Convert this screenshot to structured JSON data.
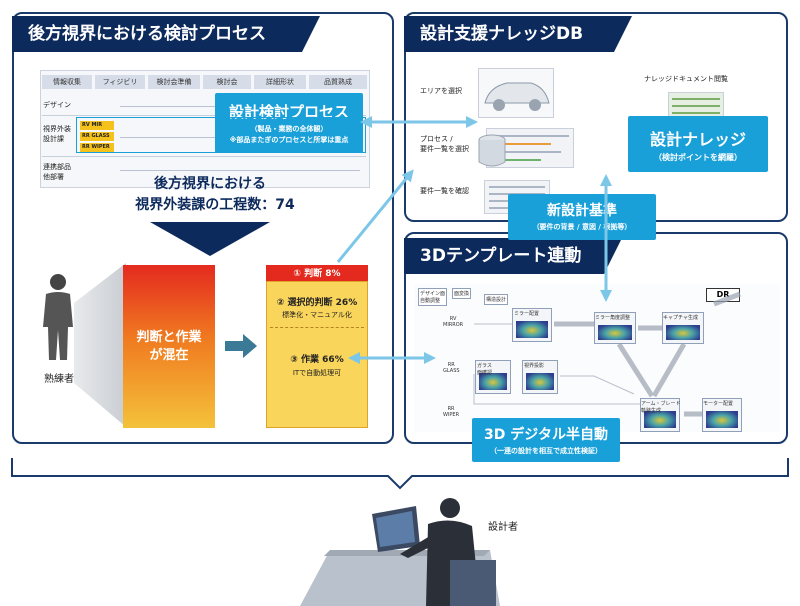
{
  "left_panel": {
    "title": "後方視界における検討プロセス",
    "process_steps": [
      "情報収集",
      "フィジビリ",
      "検討会準備",
      "検討会",
      "詳細形状",
      "品質熟成"
    ],
    "rows": [
      "デザイン",
      "視界外装\n設計課",
      "連携部品\n他部署"
    ],
    "chips": [
      "RV MIR",
      "RR GLASS",
      "RR WIPER"
    ],
    "process_box": {
      "title": "設計検討プロセス",
      "sub1": "（製品・業務の全体観）",
      "sub2": "※部品またぎのプロセスと所掌は重点"
    },
    "summary_line1": "後方視界における",
    "summary_line2": "視界外装課の工程数：74",
    "expert_label": "熟練者",
    "mixed_line1": "判断と作業",
    "mixed_line2": "が混在",
    "breakdown": {
      "judgement": "① 判断  8%",
      "selective_title": "② 選択的判断  26%",
      "selective_sub": "標準化・マニュアル化",
      "work_title": "③ 作業  66%",
      "work_sub": "ITで自動処理可"
    }
  },
  "db_panel": {
    "title": "設計支援ナレッジDB",
    "area_label": "エリアを選択",
    "process_label": "プロセス /\n要件一覧を選択",
    "confirm_label": "要件一覧を確認",
    "doc_label": "ナレッジドキュメント閲覧",
    "knowledge_box": {
      "title": "設計ナレッジ",
      "sub": "（検討ポイントを網羅）"
    }
  },
  "new_standard": {
    "title": "新設計基準",
    "sub": "（要件の背景 / 意図 / 根拠等）"
  },
  "template_panel": {
    "title": "3Dテンプレート連動",
    "semi_auto_box": {
      "title": "3D デジタル半自動",
      "sub": "（一連の設計を相互で成立性検証）"
    },
    "row_labels": [
      "RV\nMIRROR",
      "RR\nGLASS",
      "RR\nWIPER"
    ],
    "top_labels": [
      "デザイン面\n自動調整",
      "面変換",
      "構造設計"
    ],
    "dr_label": "DR",
    "node_labels": [
      "ミラー配置",
      "ミラー角度調整",
      "キャプチャ生成",
      "ガラス\n面確認",
      "視界投影",
      "アーム・ブレード\n軌跡生成",
      "モーター配置"
    ]
  },
  "designer_label": "設計者"
}
